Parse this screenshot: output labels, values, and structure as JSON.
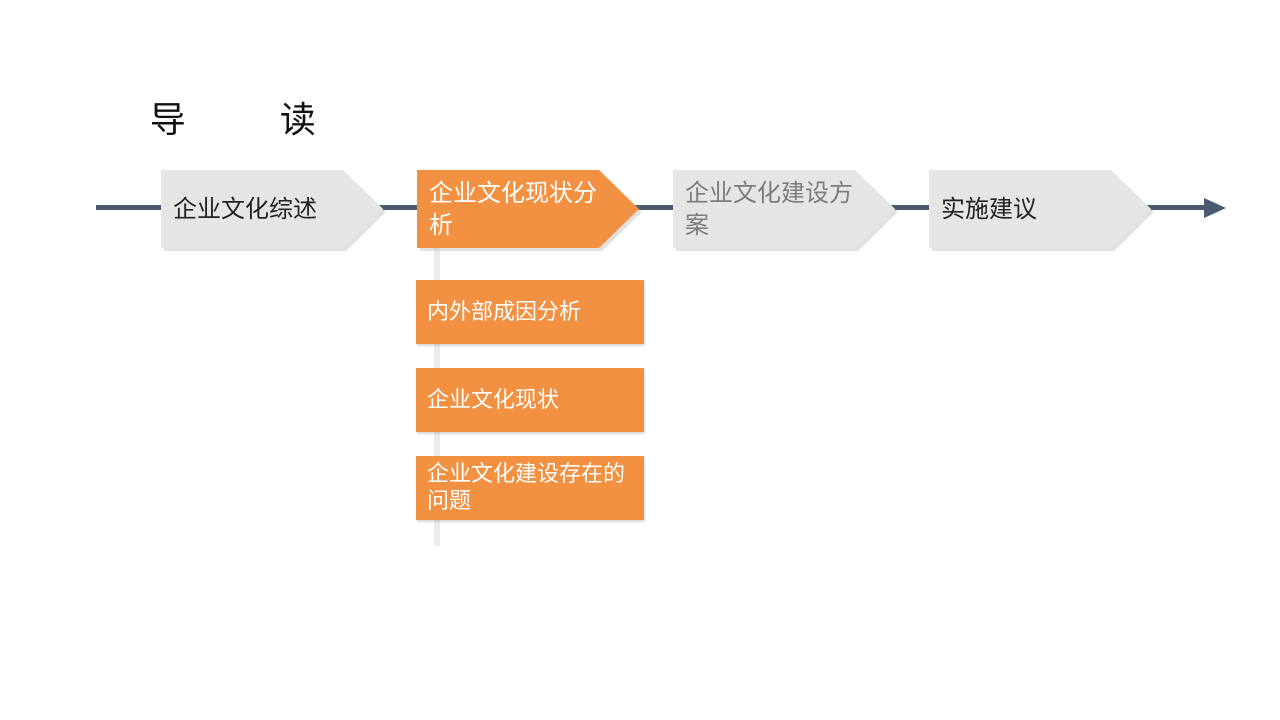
{
  "title": {
    "char1": "导",
    "char2": "读"
  },
  "colors": {
    "accent": "#f39142",
    "step_inactive": "#e5e5e5",
    "timeline": "#4c5a70"
  },
  "steps": [
    {
      "label": "企业文化综述",
      "state": "inactive"
    },
    {
      "label": "企业文化现状分析",
      "state": "active"
    },
    {
      "label": "企业文化建设方案",
      "state": "muted"
    },
    {
      "label": "实施建议",
      "state": "inactive"
    }
  ],
  "substeps": [
    {
      "label": "内外部成因分析"
    },
    {
      "label": "企业文化现状"
    },
    {
      "label": "企业文化建设存在的问题"
    }
  ]
}
